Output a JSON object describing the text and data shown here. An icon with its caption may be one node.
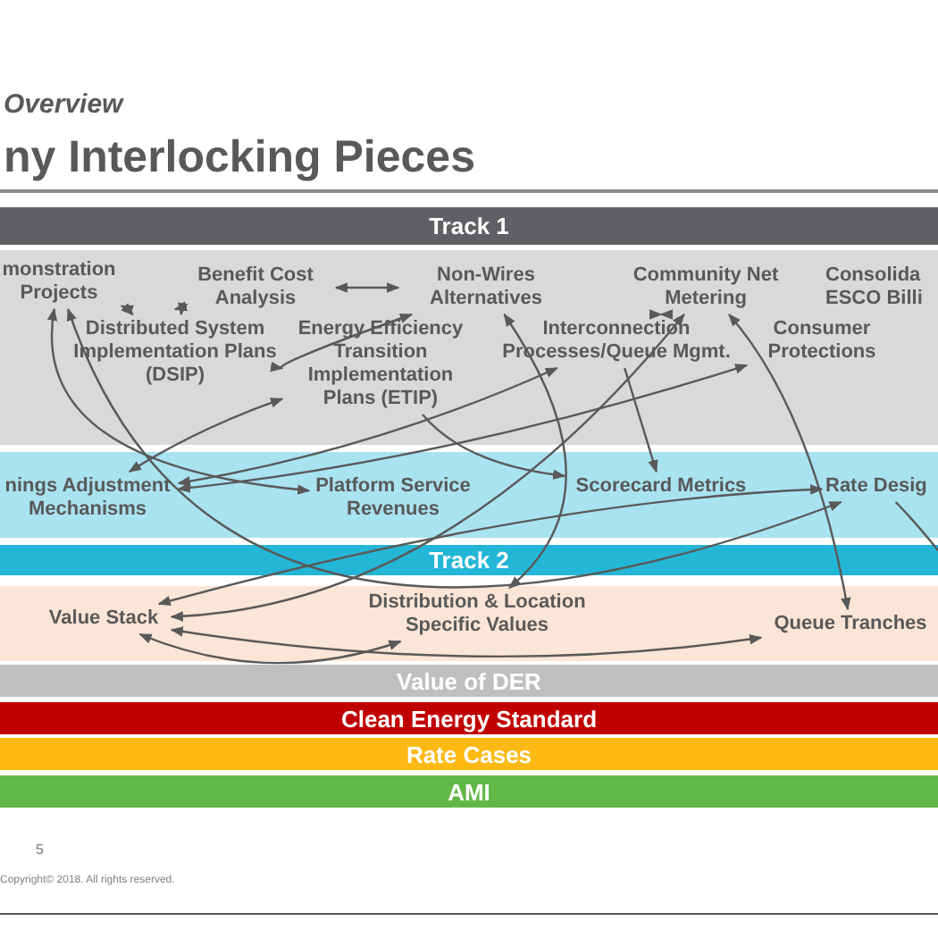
{
  "diagram": {
    "title": "ny Interlocking Pieces",
    "nodes": [
      {
        "text": [
          "Track 1"
        ]
      },
      {
        "text": [
          "monstration Projects"
        ]
      },
      {
        "text": [
          "Benefit Cost Analysis"
        ]
      },
      {
        "text": [
          "Non-Wires Alternatives"
        ]
      },
      {
        "text": [
          "Community Net Metering"
        ]
      },
      {
        "text": [
          "Consolida ESCO Billi"
        ]
      },
      {
        "text": [
          "Distributed System Implementation Plans (DSIP)"
        ]
      },
      {
        "text": [
          "Energy Efficiency Transition Implementation Plans (ETIP)"
        ]
      },
      {
        "text": [
          "Interconnection Processes/Queue Mgmt."
        ]
      },
      {
        "text": [
          "Consumer Protections"
        ]
      },
      {
        "text": [
          "nings Adjustment Mechanisms"
        ]
      },
      {
        "text": [
          "Platform Service Revenues"
        ]
      },
      {
        "text": [
          "Scorecard Metrics"
        ]
      },
      {
        "text": [
          "Rate Desig"
        ]
      },
      {
        "text": [
          "Track 2"
        ]
      },
      {
        "text": [
          "Value Stack"
        ]
      },
      {
        "text": [
          "Distribution & Location Specific Values"
        ]
      },
      {
        "text": [
          "Queue Tranches"
        ]
      },
      {
        "text": [
          "Value of DER"
        ]
      },
      {
        "text": [
          "Clean Energy Standard"
        ]
      },
      {
        "text": [
          "Rate Cases"
        ]
      },
      {
        "text": [
          "AMI"
        ]
      }
    ],
    "edges": [
      {
        "from": 6,
        "to": 1,
        "arrow": "both"
      },
      {
        "from": 6,
        "to": 2,
        "arrow": "both"
      },
      {
        "from": 2,
        "to": 3,
        "arrow": "both"
      },
      {
        "from": 3,
        "to": 6,
        "arrow": "both"
      },
      {
        "from": 4,
        "to": 8,
        "arrow": "both"
      },
      {
        "from": 3,
        "to": 16,
        "arrow": "both"
      },
      {
        "from": 1,
        "to": 11,
        "arrow": "both"
      },
      {
        "from": 1,
        "to": 13,
        "arrow": "both"
      },
      {
        "from": 15,
        "to": 13,
        "arrow": "both"
      },
      {
        "from": 15,
        "to": 4,
        "arrow": "both"
      },
      {
        "from": 4,
        "to": 17,
        "arrow": "both"
      },
      {
        "from": 10,
        "to": 7,
        "arrow": "both"
      },
      {
        "from": 10,
        "to": 8,
        "arrow": "both"
      },
      {
        "from": 10,
        "to": 9,
        "arrow": "both"
      },
      {
        "from": 8,
        "to": 12,
        "arrow": "to"
      },
      {
        "from": 7,
        "to": 12,
        "arrow": "to"
      },
      {
        "from": 15,
        "to": 16,
        "arrow": "both"
      },
      {
        "from": 15,
        "to": 17,
        "arrow": "both"
      },
      {
        "from": 13,
        "to": null,
        "arrow": "none"
      }
    ],
    "labels": [
      "Overview",
      "5",
      "Copyright© 2018. All rights reserved."
    ]
  }
}
